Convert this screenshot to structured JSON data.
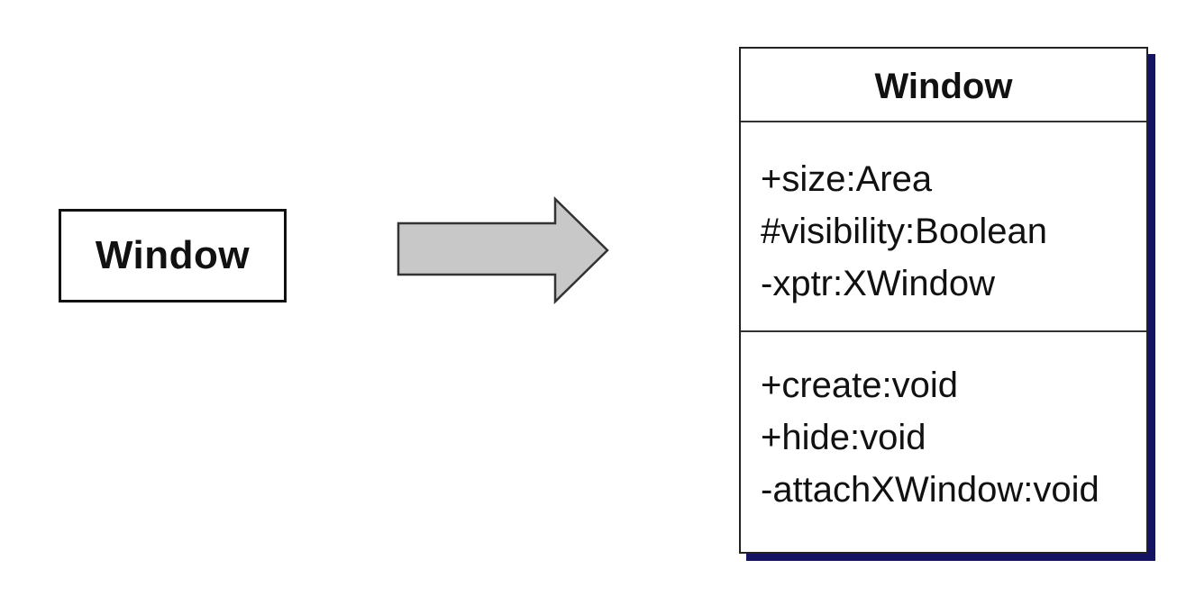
{
  "simple_class": {
    "name": "Window"
  },
  "arrow": {
    "fill_color": "#c8c8c8",
    "stroke_color": "#333333"
  },
  "detailed_class": {
    "name": "Window",
    "attributes": [
      "+size:Area",
      "#visibility:Boolean",
      "-xptr:XWindow"
    ],
    "operations": [
      "+create:void",
      "+hide:void",
      "-attachXWindow:void"
    ],
    "shadow_color": "#141463"
  }
}
